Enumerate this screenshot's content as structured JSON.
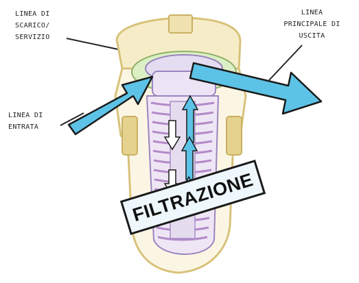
{
  "labels": {
    "scarico": "LINEA DI\nSCARICO/\nSERVIZIO",
    "uscita": "LINEA\nPRINCIPALE DI\nUSCITA",
    "entrata": "LINEA DI\nENTRATA",
    "filtrazione": "FILTRAZIONE"
  },
  "colors": {
    "arrow_fill": "#5cc3e6",
    "arrow_stroke": "#1a1a1a",
    "housing": "#e9d493",
    "element": "#b48ac8",
    "cap": "#c9e6a8"
  }
}
